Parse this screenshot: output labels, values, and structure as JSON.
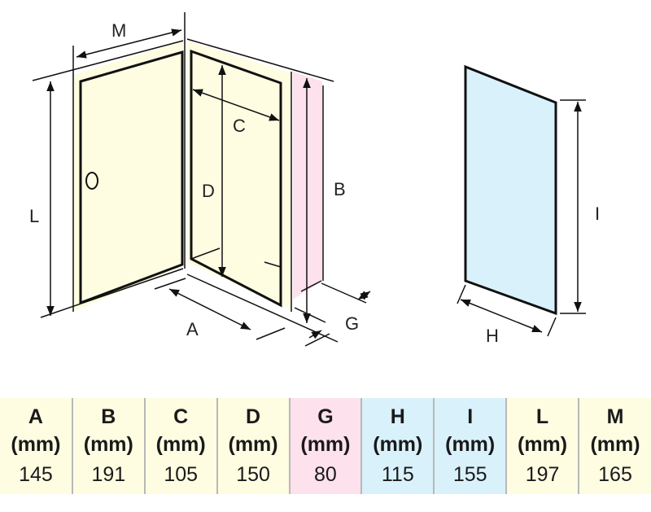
{
  "diagram": {
    "labels": {
      "M": "M",
      "L": "L",
      "C": "C",
      "D": "D",
      "B": "B",
      "A": "A",
      "G": "G",
      "H": "H",
      "I": "I"
    }
  },
  "colors": {
    "yellow": "#fefde2",
    "pink": "#fde1ec",
    "blue": "#d9f1fb"
  },
  "table": [
    {
      "name": "A",
      "unit": "(mm)",
      "value": "145",
      "color": "#fefde2"
    },
    {
      "name": "B",
      "unit": "(mm)",
      "value": "191",
      "color": "#fefde2"
    },
    {
      "name": "C",
      "unit": "(mm)",
      "value": "105",
      "color": "#fefde2"
    },
    {
      "name": "D",
      "unit": "(mm)",
      "value": "150",
      "color": "#fefde2"
    },
    {
      "name": "G",
      "unit": "(mm)",
      "value": "80",
      "color": "#fde1ec"
    },
    {
      "name": "H",
      "unit": "(mm)",
      "value": "115",
      "color": "#d9f1fb"
    },
    {
      "name": "I",
      "unit": "(mm)",
      "value": "155",
      "color": "#d9f1fb"
    },
    {
      "name": "L",
      "unit": "(mm)",
      "value": "197",
      "color": "#fefde2"
    },
    {
      "name": "M",
      "unit": "(mm)",
      "value": "165",
      "color": "#fefde2"
    }
  ]
}
